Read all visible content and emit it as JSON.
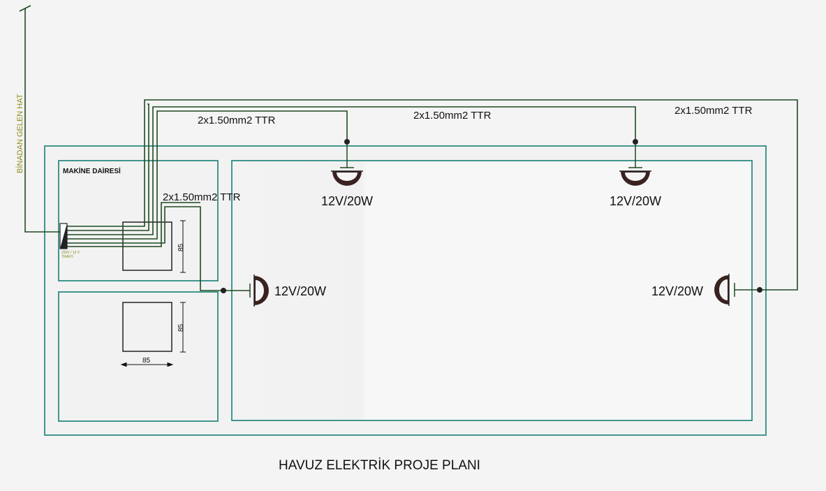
{
  "title": "HAVUZ ELEKTRİK PROJE PLANI",
  "incoming_line_label": "BİNADAN GELEN HAT",
  "machine_room_label": "MAKİNE DAİRESİ",
  "transformer_label_1": "220V / 12 V",
  "transformer_label_2": "TRAFO",
  "cable_labels": [
    "2x1.50mm2 TTR",
    "2x1.50mm2 TTR",
    "2x1.50mm2 TTR",
    "2x1.50mm2 TTR"
  ],
  "lamp_labels": [
    "12V/20W",
    "12V/20W",
    "12V/20W",
    "12V/20W"
  ],
  "dimensions": {
    "top_box_height": "85",
    "bottom_box_height": "85",
    "bottom_box_width": "85"
  },
  "colors": {
    "wall": "#2e8b82",
    "wire": "#1f4a22",
    "lamp": "#3a2220",
    "text": "#111111",
    "incoming_text": "#8a8a1a"
  }
}
